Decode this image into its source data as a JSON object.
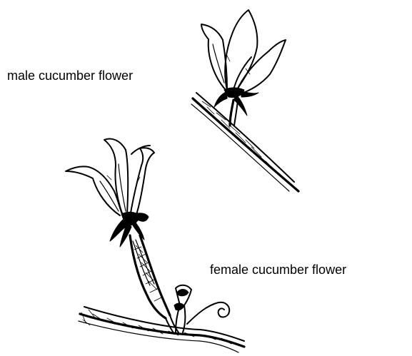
{
  "labels": {
    "male": "male cucumber flower",
    "female": "female cucumber flower"
  },
  "illustrations": {
    "male": "male-cucumber-flower-drawing",
    "female": "female-cucumber-flower-drawing"
  },
  "colors": {
    "ink": "#000000",
    "background": "#ffffff"
  }
}
